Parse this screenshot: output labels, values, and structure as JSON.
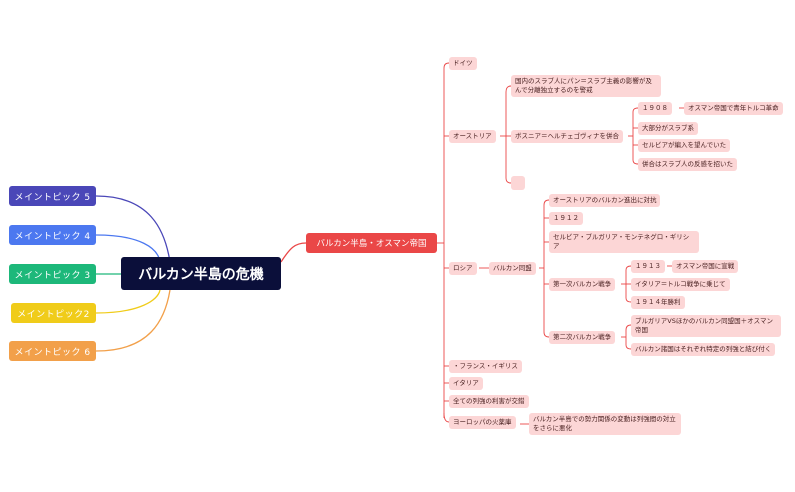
{
  "root": "バルカン半島の危機",
  "main_topics": {
    "t5": "メイントピック 5",
    "t4": "メイントピック 4",
    "t3": "メイントピック 3",
    "t2": "メイントピック2",
    "t6": "メイントピック 6"
  },
  "colors": {
    "t5": "#4a47b8",
    "t4": "#4c78f0",
    "t3": "#1db87a",
    "t2": "#f0cc1a",
    "t6": "#f2a04a",
    "main": "#ea4747",
    "leaf": "#fcd6d6"
  },
  "branch": "バルカン半島・オスマン帝国",
  "nodes": {
    "germany": "ドイツ",
    "austria": "オーストリア",
    "austria_slav": "国内のスラブ人にパン＝スラブ主義の影響が及んで分離独立するのを警戒",
    "bosnia": "ボスニア＝ヘルチェゴヴィナを併合",
    "y1908": "１９０８",
    "young_turks": "オスマン帝国で青年トルコ革命",
    "slav_majority": "大部分がスラブ系",
    "serbia_wants": "セルビアが編入を望んでいた",
    "annex_backlash": "併合はスラブ人の反感を招いた",
    "empty": "",
    "russia": "ロシア",
    "balkan_league": "バルカン同盟",
    "oppose_austria": "オーストリアのバルカン進出に対抗",
    "y1912": "１９１２",
    "members": "セルビア・ブルガリア・モンテネグロ・ギリシア",
    "war1": "第一次バルカン戦争",
    "y1913": "１９１３",
    "declare_war": "オスマン帝国に宣戦",
    "italy_turkey": "イタリア＝トルコ戦争に乗じて",
    "y1914": "１９１４年勝利",
    "war2": "第二次バルカン戦争",
    "bulgaria_vs": "ブルガリアVSほかのバルカン同盟国＋オスマン帝国",
    "balkan_powers": "バルカン諸国はそれぞれ特定の列強と結び付く",
    "france_uk": "・フランス・イギリス",
    "italy": "イタリア",
    "interests": "全ての列強の利害が交錯",
    "powder_keg": "ヨーロッパの火薬庫",
    "powder_keg_desc": "バルカン半島での勢力関係の変動は列強間の対立をさらに悪化"
  }
}
